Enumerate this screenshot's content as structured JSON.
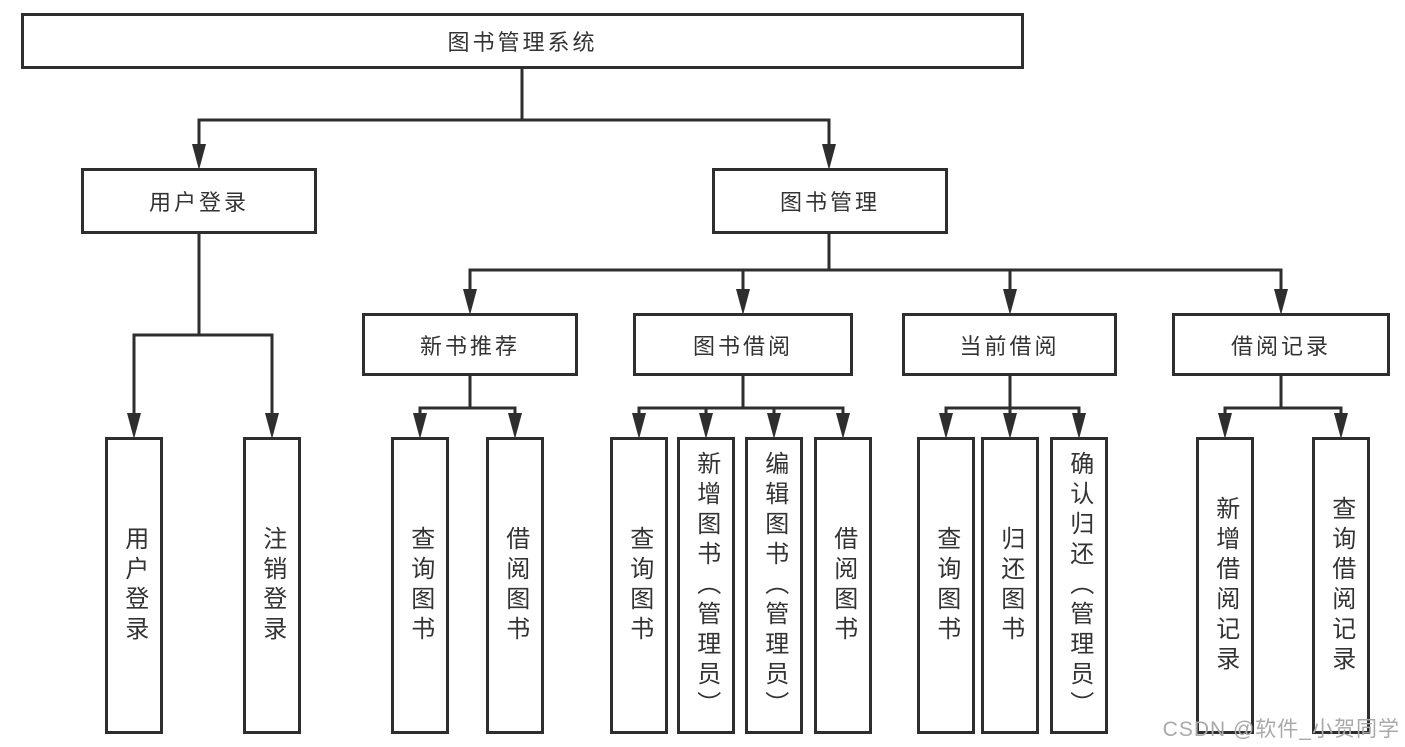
{
  "tree": {
    "root": "图书管理系统",
    "user": {
      "label": "用户登录",
      "children": [
        "用户登录",
        "注销登录"
      ]
    },
    "mgmt": {
      "label": "图书管理",
      "groups": [
        {
          "label": "新书推荐",
          "children": [
            "查询图书",
            "借阅图书"
          ]
        },
        {
          "label": "图书借阅",
          "children": [
            "查询图书",
            "新增图书（管理员）",
            "编辑图书（管理员）",
            "借阅图书"
          ]
        },
        {
          "label": "当前借阅",
          "children": [
            "查询图书",
            "归还图书",
            "确认归还（管理员）"
          ]
        },
        {
          "label": "借阅记录",
          "children": [
            "新增借阅记录",
            "查询借阅记录"
          ]
        }
      ]
    }
  },
  "colors": {
    "line": "#2e2e2e",
    "border": "#2e2e2e",
    "text": "#333333",
    "watermark": "#a9a9a9"
  },
  "watermark": "CSDN @软件_小贺同学"
}
